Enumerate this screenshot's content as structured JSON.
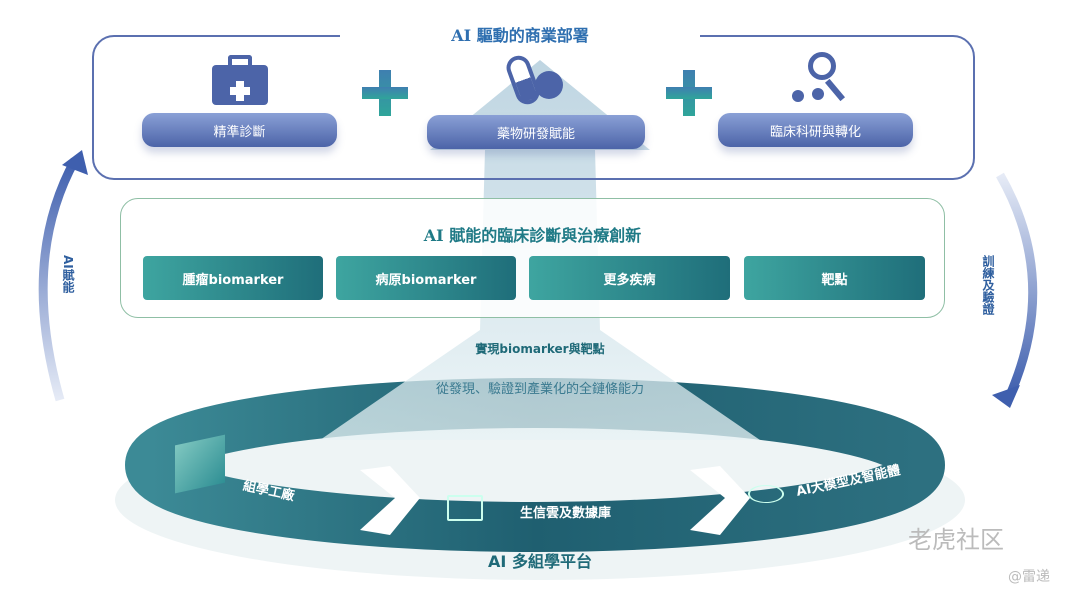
{
  "top": {
    "title": "AI 驅動的商業部署",
    "items": [
      {
        "label": "精準診斷",
        "icon": "medical-kit-icon"
      },
      {
        "label": "藥物研發賦能",
        "icon": "pill-icon"
      },
      {
        "label": "臨床科研與轉化",
        "icon": "magnifier-molecule-icon"
      }
    ]
  },
  "middle": {
    "title": "AI 賦能的臨床診斷與治療創新",
    "tiles": [
      "腫瘤biomarker",
      "病原biomarker",
      "更多疾病",
      "靶點"
    ]
  },
  "center": {
    "line1": "實現biomarker與靶點",
    "line2": "從發現、驗證到產業化的全鏈條能力"
  },
  "left_arrow": "AI賦能",
  "right_arrow": "訓練及驗證",
  "ring": {
    "segments": [
      "組學工廠",
      "生信雲及數據庫",
      "AI大模型及智能體"
    ],
    "title": "AI 多組學平台"
  },
  "watermark": {
    "brand": "老虎社区",
    "author": "@雷递"
  },
  "colors": {
    "navy": "#4c64a8",
    "teal": "#1f6e7a",
    "green_border": "#8fbfa5"
  }
}
